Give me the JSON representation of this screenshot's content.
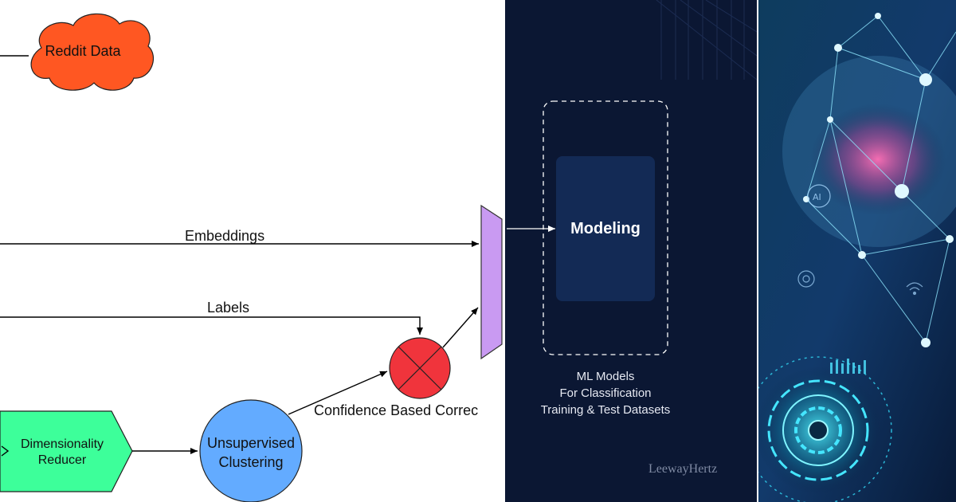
{
  "diagram": {
    "nodes": {
      "reddit": "Reddit Data",
      "reducer_line1": "Dimensionality",
      "reducer_line2": "Reducer",
      "clustering_line1": "Unsupervised",
      "clustering_line2": "Clustering"
    },
    "edges": {
      "embeddings": "Embeddings",
      "labels": "Labels",
      "confidence": "Confidence Based Correc"
    },
    "colors": {
      "reddit": "#ff5722",
      "reducer": "#3dff9a",
      "clustering": "#63abff",
      "merge": "#f0343c",
      "combiner": "#c99af2"
    }
  },
  "modeling": {
    "title": "Modeling",
    "captions": [
      "ML Models",
      "For Classification",
      "Training & Test Datasets"
    ],
    "brand": "LeewayHertz",
    "colors": {
      "background": "#0b1733",
      "box": "#132a55"
    }
  },
  "artwork": {
    "icons": [
      "ai-chip-icon",
      "network-mesh-icon",
      "gear-icon",
      "wifi-icon",
      "circuit-dial-icon"
    ]
  }
}
